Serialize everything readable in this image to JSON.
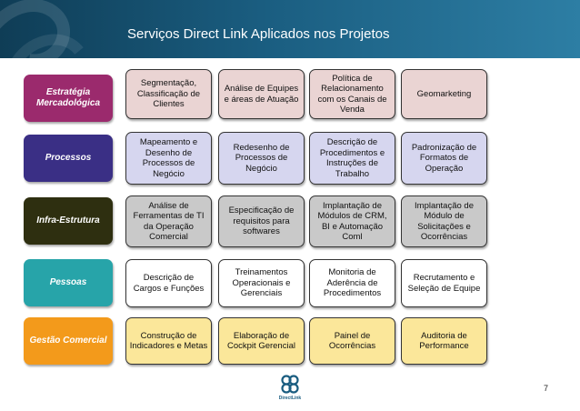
{
  "header": {
    "title": "Serviços Direct Link Aplicados nos Projetos"
  },
  "rows": [
    {
      "label": "Estratégia Mercadológica",
      "label_color": "#9b2a6d",
      "cell_color": "#ead4d3",
      "cells": [
        "Segmentação, Classificação de Clientes",
        "Análise de Equipes e áreas de Atuação",
        "Política de Relacionamento com os Canais de Venda",
        "Geomarketing"
      ]
    },
    {
      "label": "Processos",
      "label_color": "#3a2f85",
      "cell_color": "#d6d6ef",
      "cells": [
        "Mapeamento e Desenho de Processos de Negócio",
        "Redesenho de Processos de Negócio",
        "Descrição de Procedimentos e Instruções de Trabalho",
        "Padronização de Formatos de Operação"
      ]
    },
    {
      "label": "Infra-Estrutura",
      "label_color": "#2e2f10",
      "cell_color": "#c9c9c9",
      "cells": [
        "Análise de Ferramentas de TI da Operação Comercial",
        "Especificação de requisitos para softwares",
        "Implantação de Módulos de CRM, BI e Automação Coml",
        "Implantação de Módulo de Solicitações e Ocorrências"
      ]
    },
    {
      "label": "Pessoas",
      "label_color": "#27a4a9",
      "cell_color": "#ffffff",
      "cells": [
        "Descrição de Cargos e Funções",
        "Treinamentos Operacionais e Gerenciais",
        "Monitoria de Aderência de Procedimentos",
        "Recrutamento e Seleção de Equipe"
      ]
    },
    {
      "label": "Gestão Comercial",
      "label_color": "#f39a1b",
      "cell_color": "#fbe79a",
      "cells": [
        "Construção de Indicadores e Metas",
        "Elaboração de Cockpit Gerencial",
        "Painel de Ocorrências",
        "Auditoria de Performance"
      ]
    }
  ],
  "footer": {
    "logo_text": "DirectLink",
    "page_number": "7"
  }
}
